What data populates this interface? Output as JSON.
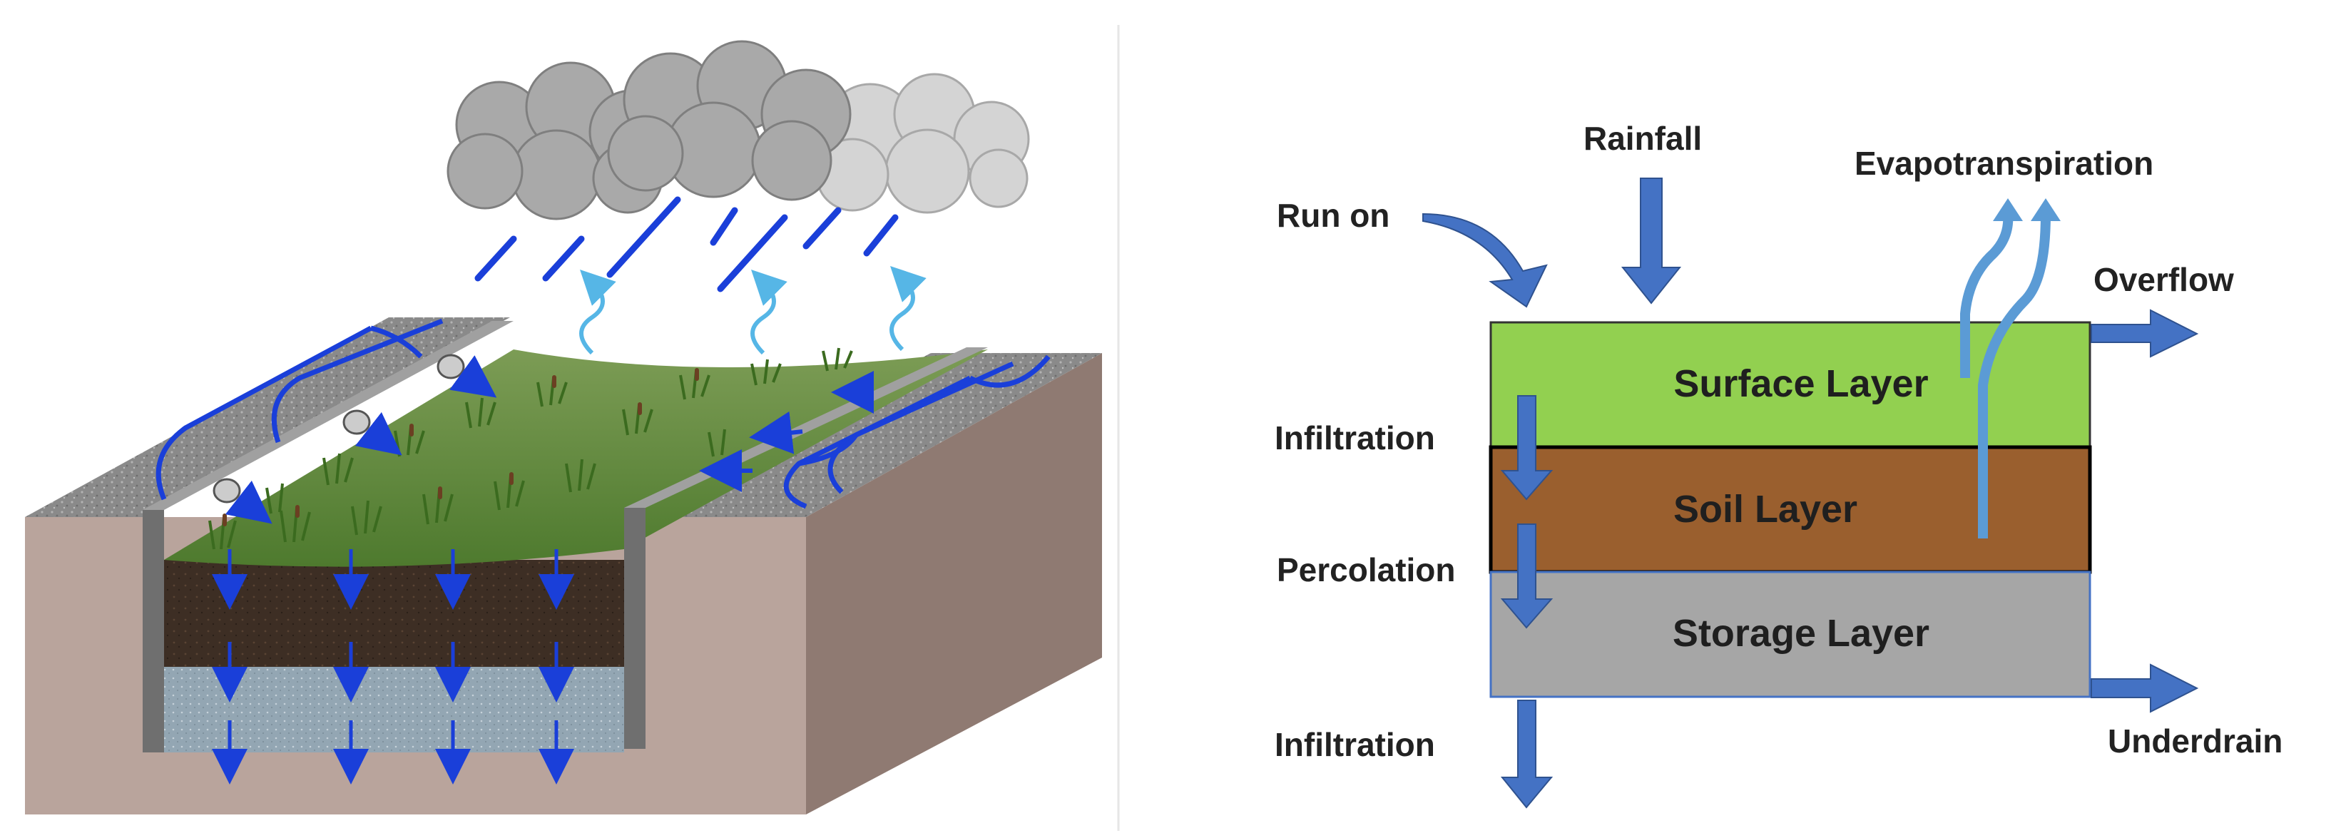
{
  "colors": {
    "arrow_blue": "#4472c4",
    "arrow_light": "#5b9bd5",
    "rain_blue": "#1a3fd9",
    "surface": "#92d050",
    "soil": "#9a5f2e",
    "storage": "#a6a6a6",
    "ground": "#b9a49c",
    "road": "#8a8a8a",
    "cloud_dark": "#a9a9a9",
    "cloud_light": "#d4d4d4"
  },
  "flow_diagram": {
    "layers": {
      "surface": "Surface Layer",
      "soil": "Soil Layer",
      "storage": "Storage Layer"
    },
    "flows": {
      "run_on": "Run on",
      "rainfall": "Rainfall",
      "evapotranspiration": "Evapotranspiration",
      "overflow": "Overflow",
      "infiltration_top": "Infiltration",
      "percolation": "Percolation",
      "infiltration_bottom": "Infiltration",
      "underdrain": "Underdrain"
    }
  },
  "illustration": {
    "icons": [
      "cloud-icon",
      "rain-icon",
      "plant-icon",
      "underdrain-pipe-icon"
    ]
  }
}
